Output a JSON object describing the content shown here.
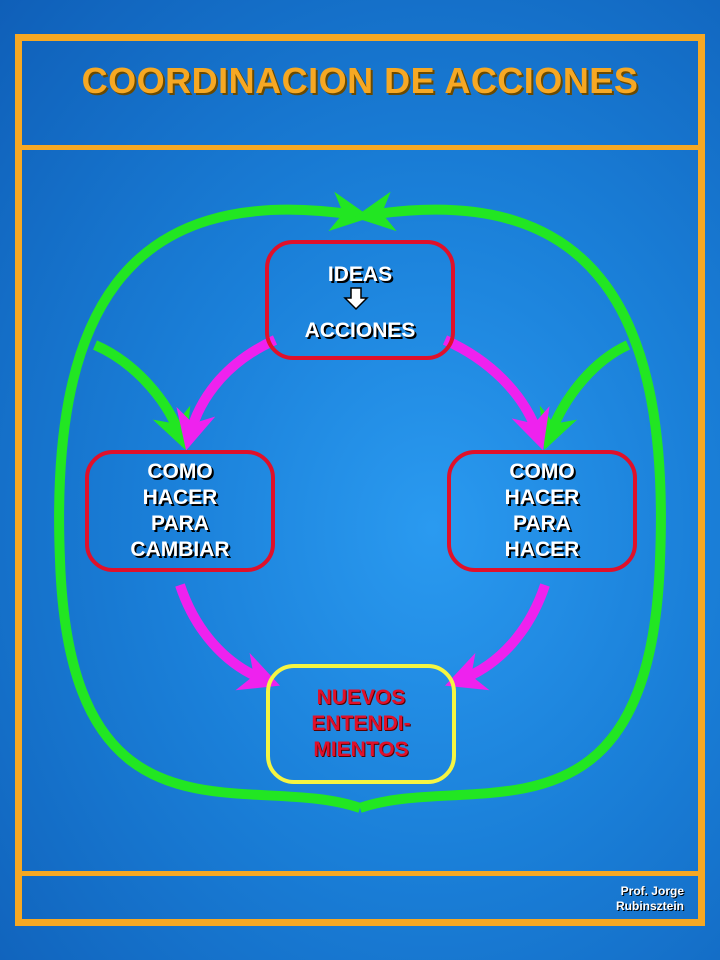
{
  "title": "COORDINACION  DE ACCIONES",
  "nodes": {
    "ideas": {
      "line1": "IDEAS",
      "line2": "ACCIONES"
    },
    "cambiar": {
      "lines": [
        "COMO",
        "HACER",
        "PARA",
        "CAMBIAR"
      ]
    },
    "hacer": {
      "lines": [
        "COMO",
        "HACER",
        "PARA",
        "HACER"
      ]
    },
    "nuevos": {
      "lines": [
        "NUEVOS",
        "ENTENDI-",
        "MIENTOS"
      ]
    }
  },
  "footer": {
    "line1": "Prof. Jorge",
    "line2": "Rubinsztein"
  },
  "colors": {
    "frame": "#f6a823",
    "loop_arrows": "#22e622",
    "inner_arrows": "#ee22ee",
    "box_border": "#e0102a",
    "final_box_border": "#f5f542"
  }
}
